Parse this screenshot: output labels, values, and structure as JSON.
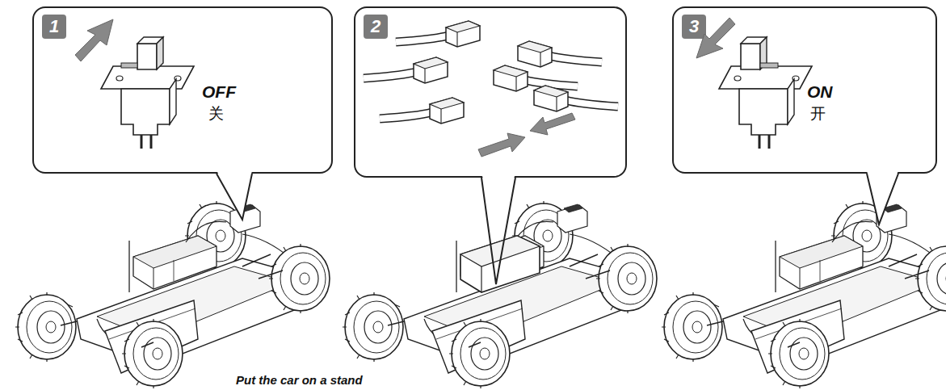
{
  "diagram": {
    "nodes": [
      {
        "text": [
          "OFF",
          "关"
        ]
      },
      {
        "text": [
          "1"
        ],
        "in": 0
      },
      {
        "text": [
          "2"
        ]
      },
      {
        "text": [
          "ON",
          "开"
        ]
      },
      {
        "text": [
          "3"
        ],
        "in": 3
      }
    ],
    "labels": [
      "Put the car on a stand"
    ]
  }
}
